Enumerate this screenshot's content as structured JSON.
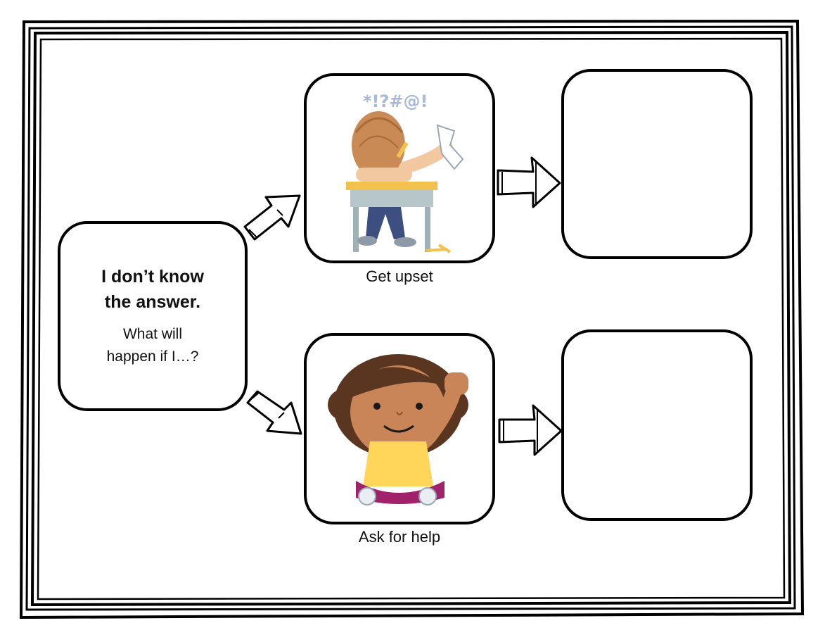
{
  "prompt": {
    "title_line1": "I don’t know",
    "title_line2": "the answer.",
    "question_line1": "What will",
    "question_line2": "happen if I…?"
  },
  "options": [
    {
      "caption": "Get upset",
      "illustration": "frustrated-student-icon",
      "symbols": "*!?#@!"
    },
    {
      "caption": "Ask for help",
      "illustration": "girl-raising-hand-icon"
    }
  ],
  "colors": {
    "border": "#000000",
    "hair_boy": "#c98a55",
    "desk_top": "#f2c14e",
    "desk_legs": "#b7c6c9",
    "skin_girl": "#c98558",
    "hair_girl": "#5a3620",
    "shirt_girl": "#ffd55a",
    "pants_girl": "#a0226a",
    "symbols": "#a9b9d9"
  }
}
